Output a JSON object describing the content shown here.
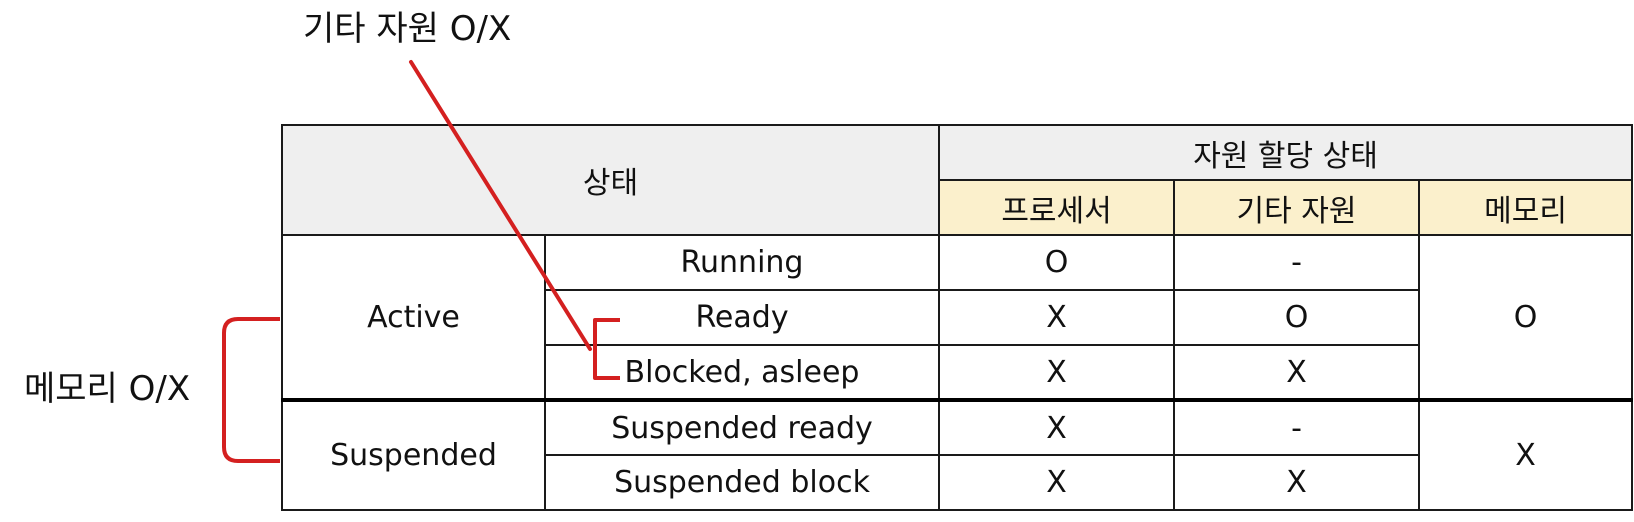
{
  "annotations": {
    "top": "기타 자원 O/X",
    "left": "메모리 O/X",
    "accent_color": "#d42020"
  },
  "table": {
    "state_header": "상태",
    "alloc_header": "자원 할당 상태",
    "sub_headers": [
      "프로세서",
      "기타 자원",
      "메모리"
    ],
    "groups": [
      {
        "name": "Active",
        "memory": "O",
        "rows": [
          {
            "state": "Running",
            "processor": "O",
            "other": "-"
          },
          {
            "state": "Ready",
            "processor": "X",
            "other": "O"
          },
          {
            "state": "Blocked, asleep",
            "processor": "X",
            "other": "X"
          }
        ]
      },
      {
        "name": "Suspended",
        "memory": "X",
        "rows": [
          {
            "state": "Suspended ready",
            "processor": "X",
            "other": "-"
          },
          {
            "state": "Suspended block",
            "processor": "X",
            "other": "X"
          }
        ]
      }
    ]
  }
}
